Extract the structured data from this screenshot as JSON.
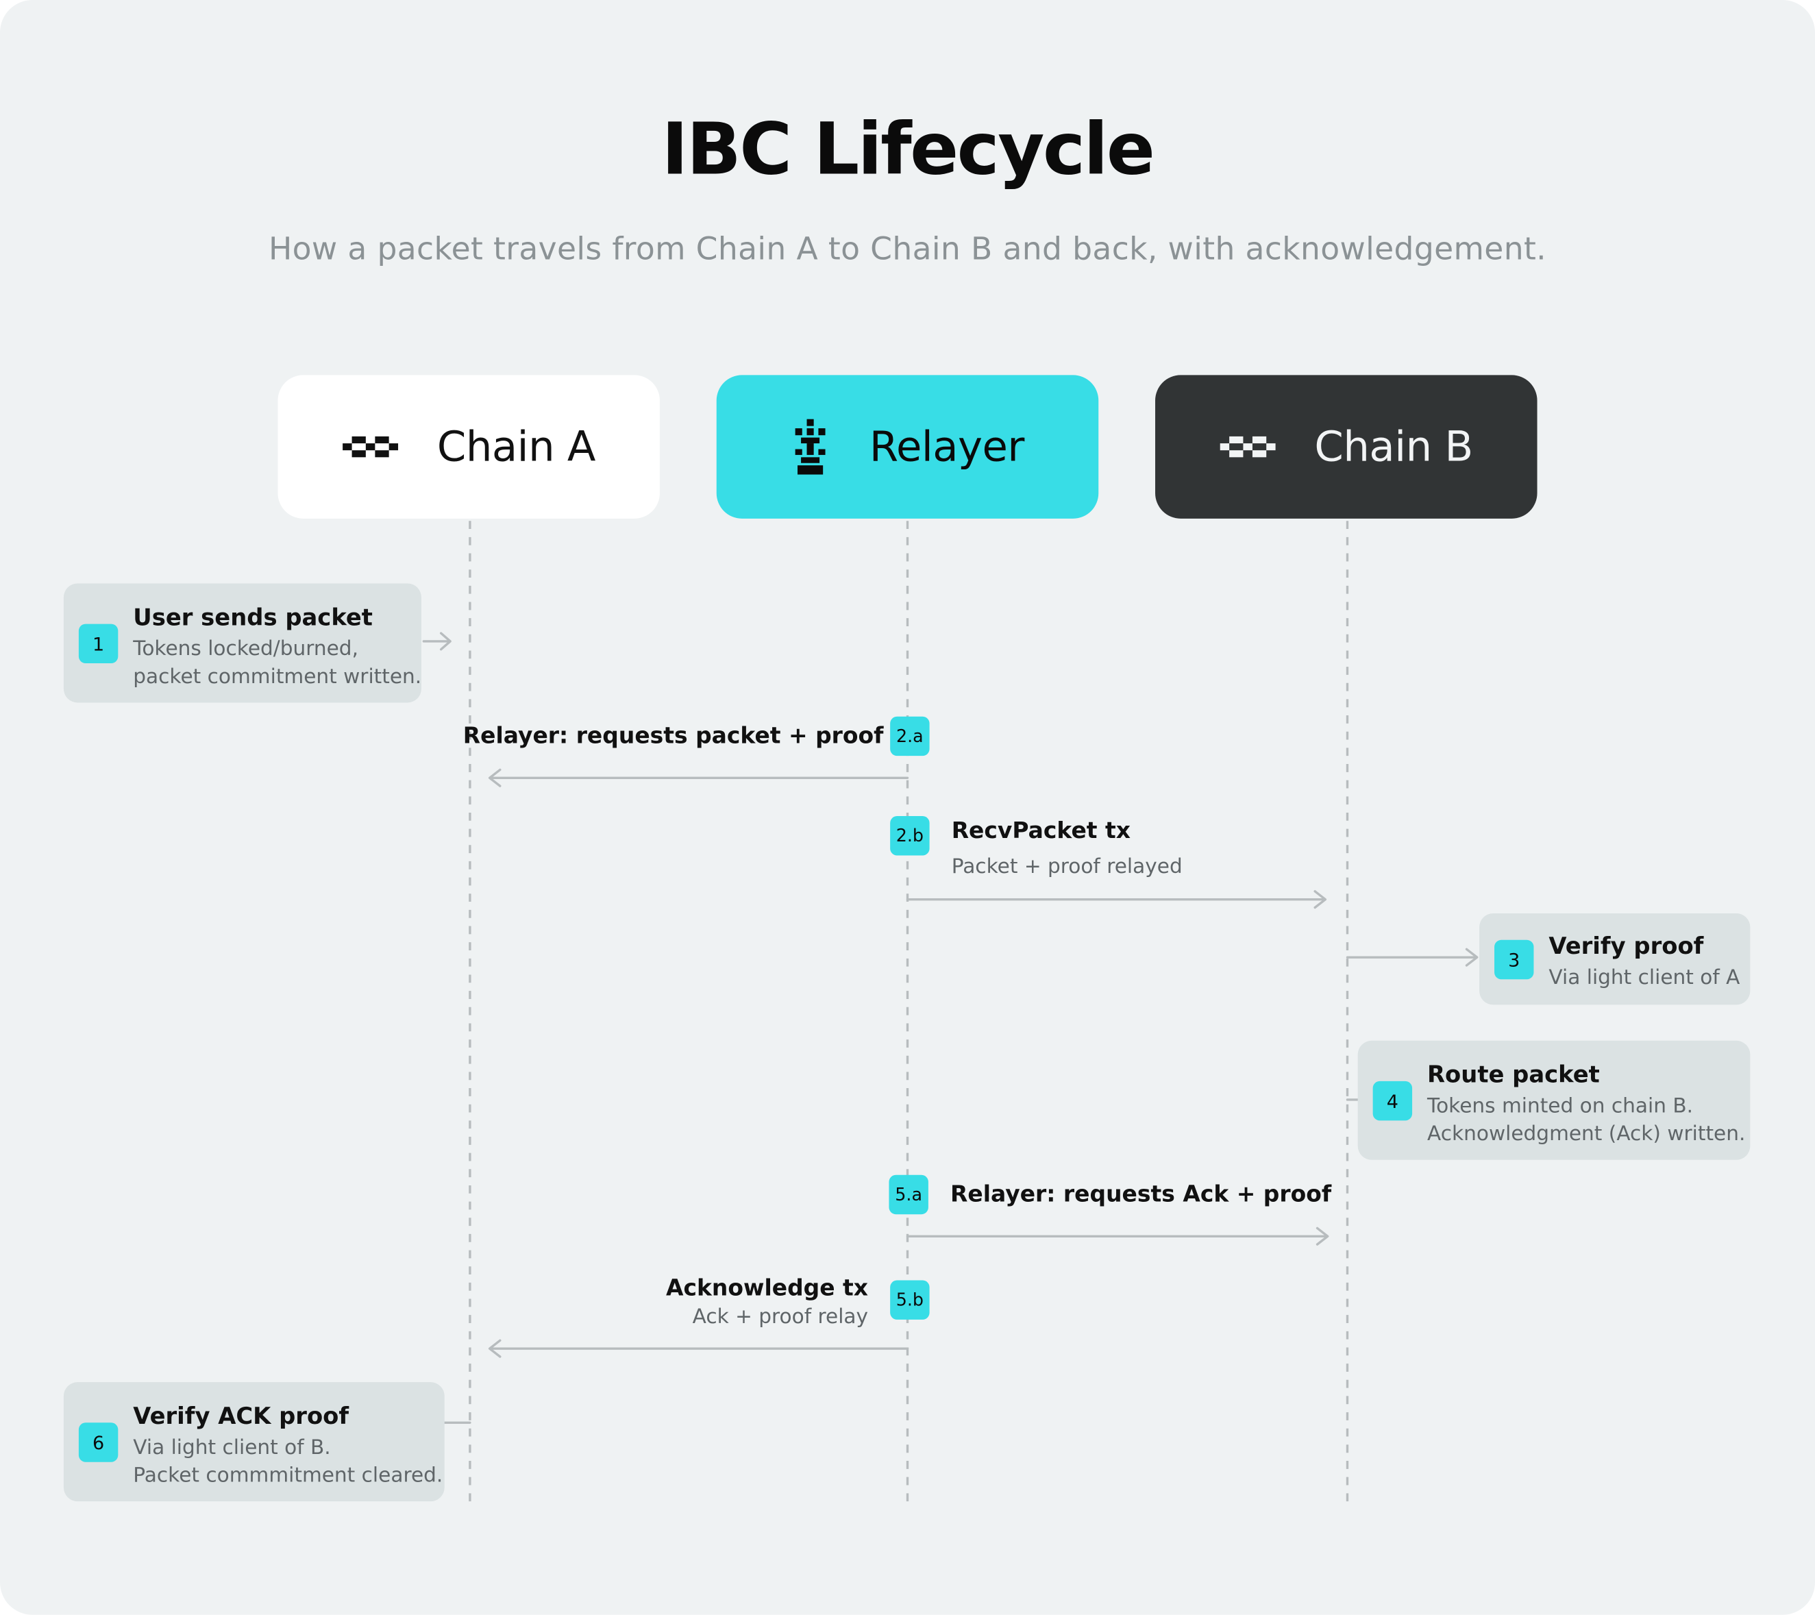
{
  "title": "IBC Lifecycle",
  "subtitle": "How a packet travels from Chain A to Chain B and back, with acknowledgement.",
  "lanes": [
    {
      "label": "Chain A",
      "icon": "chain-icon"
    },
    {
      "label": "Relayer",
      "icon": "relayer-icon"
    },
    {
      "label": "Chain B",
      "icon": "chain-icon"
    }
  ],
  "colors": {
    "background": "#eff2f3",
    "accent": "#38dde6",
    "dark": "#313435",
    "note": "#dbe2e3",
    "line": "#b7bcbe"
  },
  "steps": {
    "s1": {
      "num": "1",
      "title": "User sends packet",
      "desc": [
        "Tokens locked/burned,",
        "packet commitment written."
      ]
    },
    "s2a": {
      "num": "2.a",
      "title": "Relayer: requests packet + proof"
    },
    "s2b": {
      "num": "2.b",
      "title": "RecvPacket tx",
      "desc": "Packet + proof relayed"
    },
    "s3": {
      "num": "3",
      "title": "Verify proof",
      "desc": [
        "Via light client of A"
      ]
    },
    "s4": {
      "num": "4",
      "title": "Route packet",
      "desc": [
        "Tokens minted on chain B.",
        "Acknowledgment (Ack) written."
      ]
    },
    "s5a": {
      "num": "5.a",
      "title": "Relayer: requests Ack + proof"
    },
    "s5b": {
      "num": "5.b",
      "title": "Acknowledge tx",
      "desc": "Ack + proof relay"
    },
    "s6": {
      "num": "6",
      "title": "Verify ACK proof",
      "desc": [
        "Via light client of B.",
        "Packet commmitment cleared."
      ]
    }
  }
}
